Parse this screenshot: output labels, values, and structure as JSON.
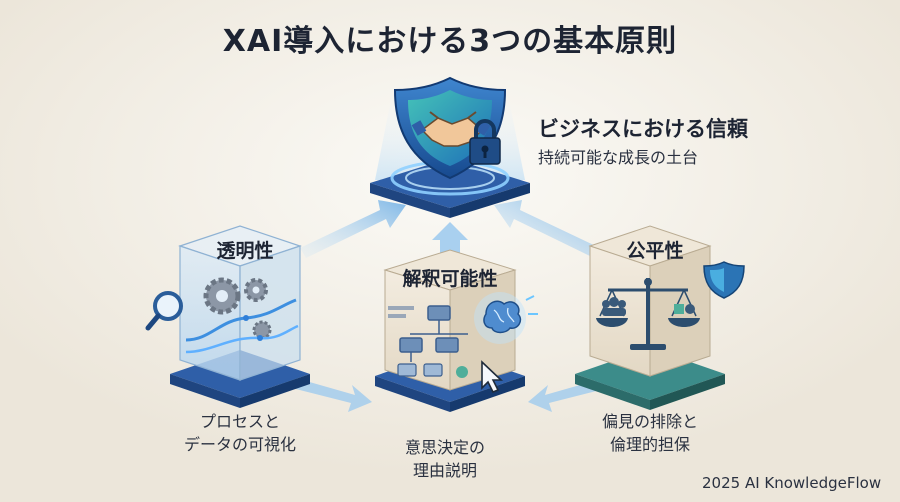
{
  "title": "XAI導入における3つの基本原則",
  "top": {
    "label": "ビジネスにおける信頼",
    "sub": "持続可能な成長の土台",
    "icons": [
      "shield-icon",
      "handshake-icon",
      "padlock-icon"
    ]
  },
  "pillars": [
    {
      "title": "透明性",
      "caption_lines": [
        "プロセスと",
        "データの可視化"
      ],
      "icons": [
        "gears-icon",
        "magnifier-icon",
        "data-flow-lines"
      ]
    },
    {
      "title": "解釈可能性",
      "caption_lines": [
        "意思決定の",
        "理由説明"
      ],
      "icons": [
        "flowchart-icon",
        "brain-icon",
        "cursor-icon"
      ]
    },
    {
      "title": "公平性",
      "caption_lines": [
        "偏見の排除と",
        "倫理的担保"
      ],
      "icons": [
        "balance-scale-icon",
        "shield-icon",
        "people-icon",
        "shapes-icon"
      ]
    }
  ],
  "footer": "2025 AI KnowledgeFlow",
  "colors": {
    "background": "#f4f1ea",
    "blue_base": "#2f5fa8",
    "glass_blue": "#cfe3f3",
    "teal_base": "#3c8c8a",
    "beige_box": "#ece3d2",
    "text": "#1d2433",
    "arrow": "#8fc0e8"
  }
}
